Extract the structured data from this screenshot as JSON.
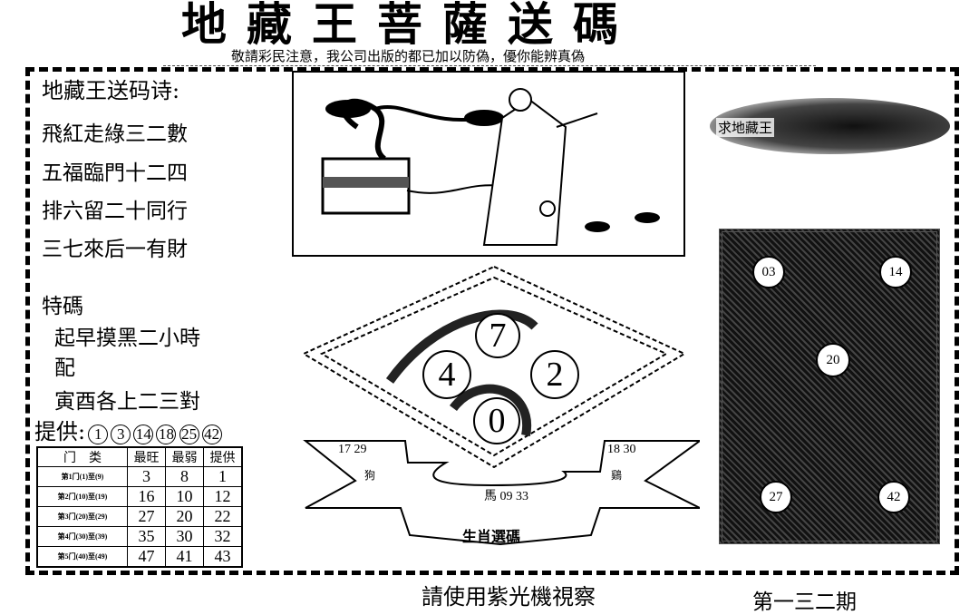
{
  "header": {
    "title": "地藏王菩薩送碼",
    "subtitle": "敬請彩民注意，我公司出版的都已加以防偽，優你能辨真偽"
  },
  "poem": {
    "heading": "地藏王送码诗:",
    "lines": [
      "飛紅走綠三二數",
      "五福臨門十二四",
      "排六留二十同行",
      "三七來后一有財"
    ]
  },
  "special": {
    "label": "特碼",
    "lines": [
      "起早摸黑二小時",
      "配",
      "寅酉各上二三對"
    ]
  },
  "provide": {
    "label": "提供:",
    "numbers": [
      "1",
      "3",
      "14",
      "18",
      "25",
      "42"
    ]
  },
  "table": {
    "headers": [
      "门　类",
      "最旺",
      "最弱",
      "提供"
    ],
    "rows": [
      [
        "第1门(1)至(9)",
        "3",
        "8",
        "1"
      ],
      [
        "第2门(10)至(19)",
        "16",
        "10",
        "12"
      ],
      [
        "第3门(20)至(29)",
        "27",
        "20",
        "22"
      ],
      [
        "第4门(30)至(39)",
        "35",
        "30",
        "32"
      ],
      [
        "第5门(40)至(49)",
        "47",
        "41",
        "43"
      ]
    ]
  },
  "top_right_badge": "求地藏王",
  "diamond_balls": [
    "7",
    "4",
    "2",
    "0"
  ],
  "zodiac": {
    "title": "生肖選碼",
    "dog": {
      "name": "狗",
      "numbers": "17 29"
    },
    "rooster": {
      "name": "鷄",
      "numbers": "18 30"
    },
    "horse": "馬 09 33"
  },
  "panel_balls": [
    "03",
    "14",
    "20",
    "27",
    "42"
  ],
  "footer": {
    "instruction": "請使用紫光機視察",
    "issue": "第一三二期"
  }
}
